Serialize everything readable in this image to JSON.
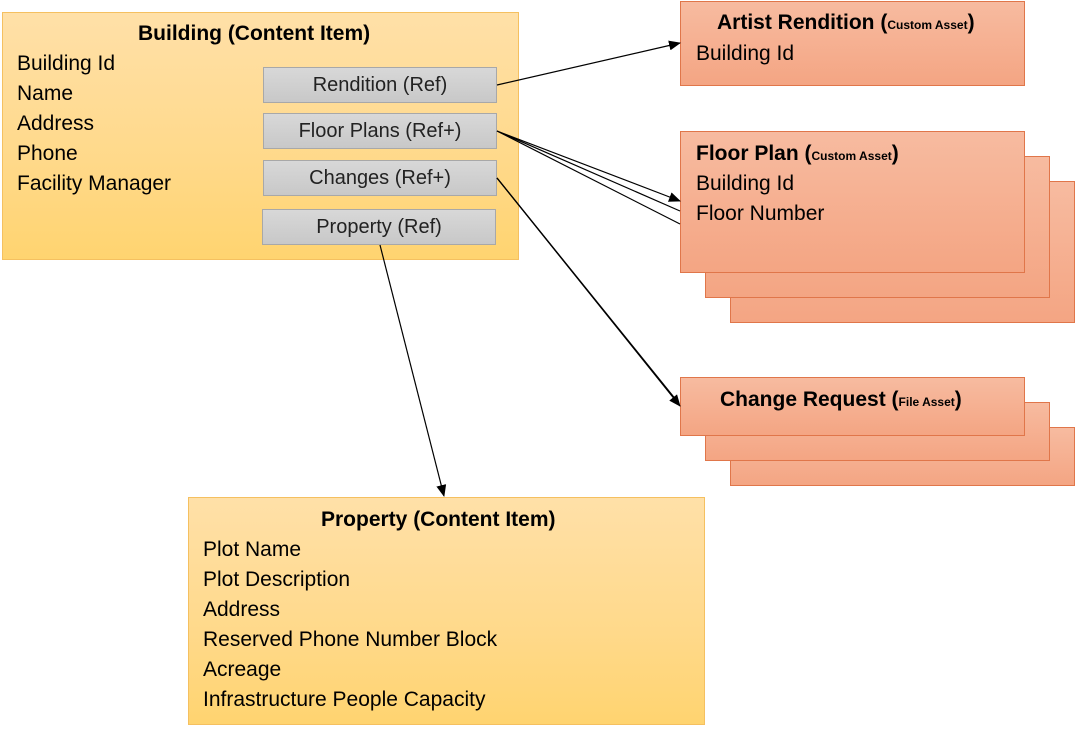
{
  "building": {
    "title": "Building  (Content Item)",
    "fields": [
      "Building Id",
      "Name",
      "Address",
      "Phone",
      "Facility Manager"
    ],
    "refs": [
      "Rendition (Ref)",
      "Floor Plans (Ref+)",
      "Changes (Ref+)",
      "Property (Ref)"
    ]
  },
  "artist": {
    "title_main": "Artist Rendition (",
    "title_small": "Custom Asset",
    "title_close": ")",
    "fields": [
      "Building Id"
    ]
  },
  "floorplan": {
    "title_main": "Floor Plan (",
    "title_small": "Custom Asset",
    "title_close": ")",
    "fields": [
      "Building Id",
      "Floor Number"
    ]
  },
  "change": {
    "title_main": "Change Request (",
    "title_small": "File Asset",
    "title_close": ")"
  },
  "property": {
    "title": "Property (Content Item)",
    "fields": [
      "Plot Name",
      "Plot Description",
      "Address",
      "Reserved Phone Number Block",
      "Acreage",
      "Infrastructure People Capacity"
    ]
  },
  "colors": {
    "content_item_fill": "#ffd98a",
    "asset_fill": "#f4a583",
    "ref_fill": "#cccccc"
  }
}
